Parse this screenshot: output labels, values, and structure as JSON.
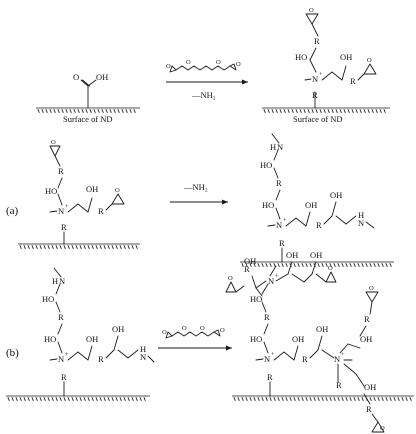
{
  "panels": {
    "top": {
      "reagent_above": "",
      "reagent_below": "—NH₂",
      "left_group": "OH",
      "left_group_o": "O",
      "surface_caption_left": "Surface of ND",
      "surface_caption_right": "Surface of ND"
    },
    "a": {
      "label": "(a)",
      "reagent": "—NH₂"
    },
    "b": {
      "label": "(b)",
      "reagent": ""
    }
  },
  "atoms": {
    "oh": "OH",
    "ho": "HO",
    "r": "R",
    "n_plus": "N",
    "plus": "+",
    "o": "O",
    "h": "H",
    "n": "N"
  }
}
